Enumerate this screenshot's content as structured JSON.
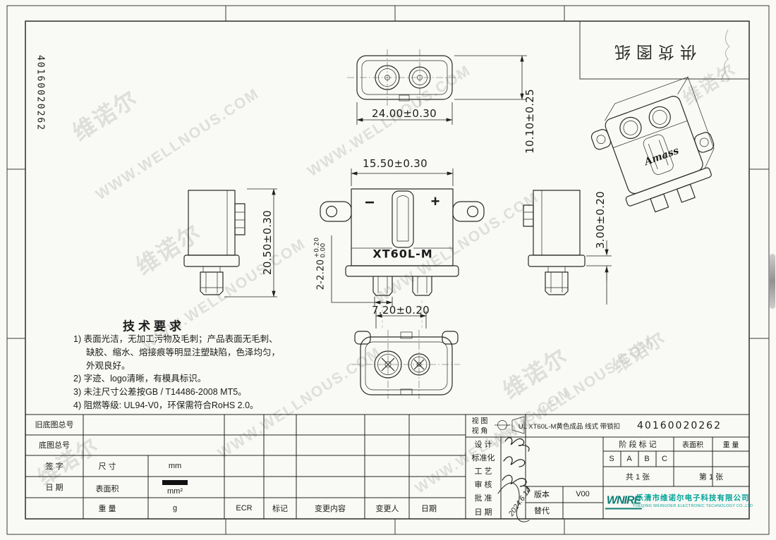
{
  "sheet": {
    "vertical_code": "40160020262",
    "stamp_text": "供货图纸"
  },
  "watermark": {
    "name_cn": "维诺尔",
    "url": "WWW.WELLNOUS.COM"
  },
  "views": {
    "front": {
      "polarity_minus": "−",
      "polarity_plus": "+",
      "model_label": "XT60L-M"
    },
    "iso": {
      "brand": "Amass"
    }
  },
  "dimensions": {
    "top_width": "24.00±0.30",
    "top_height": "10.10±0.25",
    "front_width": "15.50±0.30",
    "overall_height": "20.50±0.30",
    "pin_qty_size": "2-2.20",
    "pin_tol_upper": "+0.20",
    "pin_tol_lower": "0.00",
    "flange_thickness": "3.00±0.20",
    "pin_pitch": "7.20±0.20"
  },
  "tech_requirements": {
    "title": "技术要求",
    "items": [
      "1) 表面光洁，无加工污物及毛刺；产品表面无毛刺、缺胶、缩水、熔接痕等明显注塑缺陷，色泽均匀，外观良好。",
      "2) 字迹、logo清晰，有模具标识。",
      "3) 未注尺寸公差按GB / T14486-2008 MT5。",
      "4) 阻燃等级: UL94-V0，环保需符合RoHS 2.0。"
    ]
  },
  "title_block": {
    "old_base_drawing_no": "旧底图总号",
    "base_drawing_no": "底图总号",
    "signature": "签  字",
    "date": "日  期",
    "dim_label": "尺  寸",
    "dim_unit": "mm",
    "area_label": "表面积",
    "area_unit": "mm²",
    "weight_label": "重  量",
    "weight_unit": "g",
    "ecr": "ECR",
    "mark": "标记",
    "change_content": "变更内容",
    "change_by": "变更人",
    "change_date": "日期",
    "view_row1": "视  图",
    "view_row2": "视  角",
    "design": "设  计",
    "standardize": "标准化",
    "craft": "工  艺",
    "audit": "审  核",
    "approve": "批  准",
    "date2": "日  期",
    "product_name": "UL XT60L-M黄色成品 线式 带锁扣",
    "drawing_no": "40160020262",
    "stage_mark": "阶 段 标 记",
    "stage_s": "S",
    "stage_a": "A",
    "stage_b": "B",
    "stage_c": "C",
    "area_label2": "表面积",
    "weight_label2": "重  量",
    "sheets_total": "共 1 张",
    "sheet_no": "第 1 张",
    "version_label": "版本",
    "version_value": "V00",
    "substitute_label": "替代",
    "handwritten_date": "2024.6.14"
  },
  "company": {
    "logo": "WNIRE",
    "name_cn": "乐清市维诺尔电子科技有限公司",
    "name_en": "YUEQING WEINUOER ELECTRONIC TECHNOLOGY CO.,LTD"
  },
  "colors": {
    "brand_teal": "#00a39a",
    "line": "#2a2a2a",
    "watermark": "#c5c5c5"
  }
}
